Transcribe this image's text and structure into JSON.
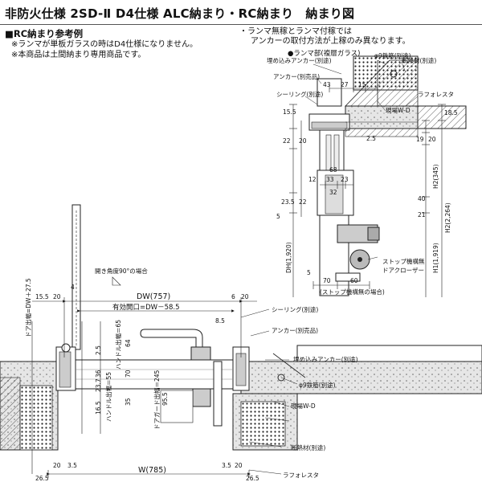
{
  "header": {
    "title": "非防火仕様 2SD-Ⅱ D4仕様 ALC納まり・RC納まり　納まり図",
    "section": "■RC納まり参考例",
    "notes_left": [
      "※ランマが単板ガラスの時はD4仕様になりません。",
      "※本商品は土間納まり専用商品です。"
    ],
    "notes_right": [
      "・ランマ無稼とランマ付稼では",
      "アンカーの取付方法が上稼のみ異なります。"
    ]
  },
  "elevation": {
    "caption": "●ランマ部(複層ガラス)",
    "labels": {
      "anchor_embed": "埋め込みアンカー(別途)",
      "anchor": "アンカー(別売品)",
      "sealing": "シーリング(別途)",
      "rebar": "φ9鉄筋(別途)",
      "insulation": "断熱材(別途)",
      "lath": "ラフォレスタ",
      "frame_wd": "現場W-D",
      "stopper": "ストップ機構無",
      "closer": "ドアクローザー",
      "stop_dim": "(ストップ機構無の場合)",
      "dh": "DH(1,920)",
      "h1": "H1(1,919)",
      "h2": "H2(345)",
      "h2b": "H2(2,264)"
    },
    "dims": [
      "43",
      "27",
      "15",
      "15.5",
      "22",
      "20",
      "2.5",
      "19",
      "20",
      "18.5",
      "12",
      "33",
      "23",
      "68",
      "32",
      "40",
      "21",
      "23.5",
      "22",
      "5",
      "70",
      "60",
      "5"
    ]
  },
  "plan": {
    "labels": {
      "dw": "DW(757)",
      "eff": "有効開口=DW－58.5",
      "w": "W(785)",
      "open_angle": "開き角度90°の場合",
      "door_w": "ドア出幅=DW＋27.5",
      "handle_w": "ハンドル出幅＝65",
      "handle_w2": "ハンドル出幅＝55",
      "guard": "ドアガード出幅＝245",
      "sealing": "シーリング(別途)",
      "anchor": "アンカー(別売品)",
      "anchor_embed": "埋め込みアンカー(別途)",
      "rebar": "φ9鉄筋(別途)",
      "frame_wd": "現場W-D",
      "insulation": "断熱材(別途)",
      "lath": "ラフォレスタ"
    },
    "dims": [
      "15.5",
      "20",
      "4",
      "6",
      "20",
      "8.5",
      "64",
      "2.5",
      "36",
      "23.7",
      "16.5",
      "35",
      "95.5",
      "70",
      "26.5",
      "20",
      "3.5",
      "3.5",
      "20",
      "26.5"
    ]
  }
}
